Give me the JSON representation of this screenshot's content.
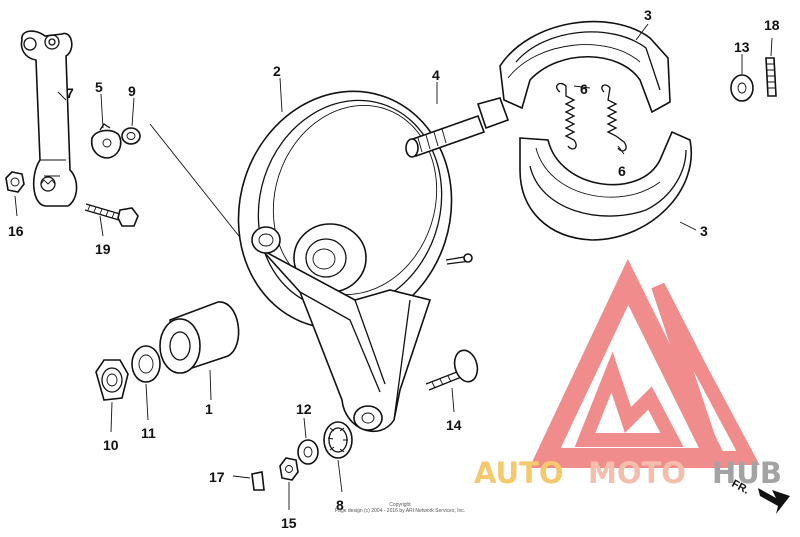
{
  "parts": [
    {
      "id": "p1",
      "label": "1"
    },
    {
      "id": "p2",
      "label": "2"
    },
    {
      "id": "p3a",
      "label": "3"
    },
    {
      "id": "p3b",
      "label": "3"
    },
    {
      "id": "p4",
      "label": "4"
    },
    {
      "id": "p5",
      "label": "5"
    },
    {
      "id": "p6a",
      "label": "6"
    },
    {
      "id": "p6b",
      "label": "6"
    },
    {
      "id": "p7",
      "label": "7"
    },
    {
      "id": "p8",
      "label": "8"
    },
    {
      "id": "p9",
      "label": "9"
    },
    {
      "id": "p10",
      "label": "10"
    },
    {
      "id": "p11",
      "label": "11"
    },
    {
      "id": "p12",
      "label": "12"
    },
    {
      "id": "p13",
      "label": "13"
    },
    {
      "id": "p14",
      "label": "14"
    },
    {
      "id": "p15",
      "label": "15"
    },
    {
      "id": "p16",
      "label": "16"
    },
    {
      "id": "p17",
      "label": "17"
    },
    {
      "id": "p18",
      "label": "18"
    },
    {
      "id": "p19",
      "label": "19"
    }
  ],
  "copyright": {
    "line1": "Copyright",
    "line2": "Page design (c) 2004 - 2016 by ARI Network Services, Inc."
  },
  "watermark": {
    "auto": "AUTO",
    "moto": "MOTO",
    "hub": "HUB",
    "colors": {
      "triangle": "#f08080",
      "auto": "#f6c45e",
      "moto": "#f4b6a2",
      "hub": "#9a9a9a"
    }
  },
  "fr_label": "FR."
}
